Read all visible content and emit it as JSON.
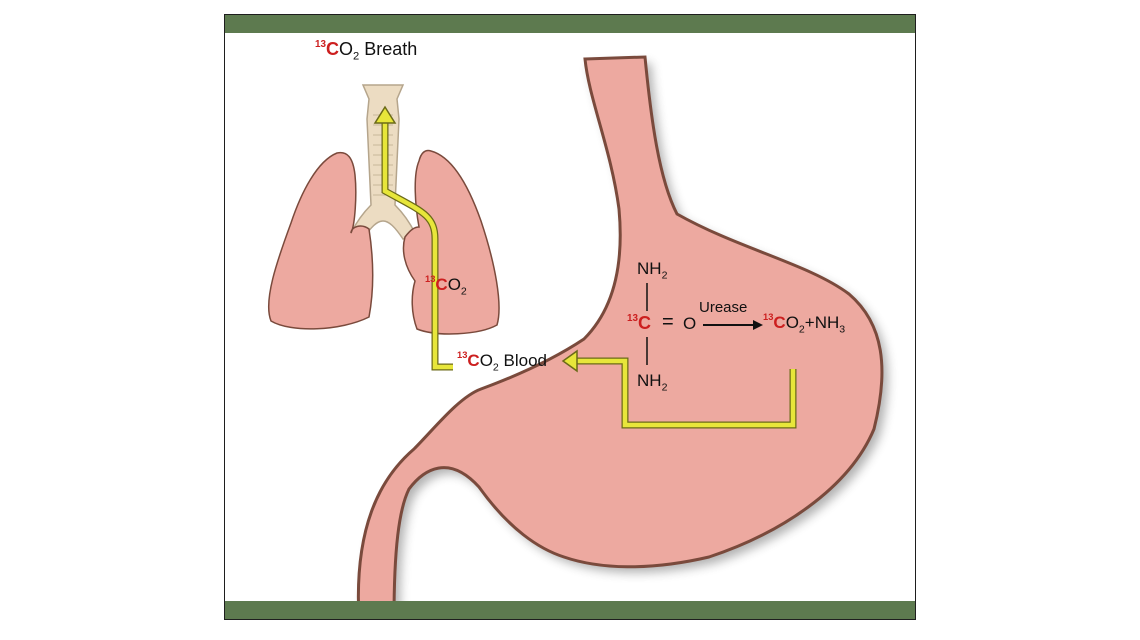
{
  "colors": {
    "band": "#5d7a4f",
    "organ_fill": "#eda9a0",
    "organ_edge": "#7a4a3c",
    "trachea": "#ecdcc2",
    "flow_arrow": "#e7e63a",
    "isotope_red": "#cc1f1f"
  },
  "labels": {
    "breath": {
      "mass": "13",
      "element": "C",
      "body": "O",
      "subscript": "2",
      "suffix": " Breath"
    },
    "lung_co2": {
      "mass": "13",
      "element": "C",
      "body": "O",
      "subscript": "2"
    },
    "blood": {
      "mass": "13",
      "element": "C",
      "body": "O",
      "subscript": "2",
      "suffix": " Blood"
    }
  },
  "reaction": {
    "nh2_top": {
      "text": "NH",
      "subscript": "2"
    },
    "nh2_bottom": {
      "text": "NH",
      "subscript": "2"
    },
    "carbon": {
      "mass": "13",
      "element": "C"
    },
    "double_bond": "=",
    "oxygen": "O",
    "enzyme": "Urease",
    "product_co2": {
      "mass": "13",
      "element": "C",
      "body": "O",
      "subscript": "2"
    },
    "plus": "+",
    "product_nh3": {
      "text": "NH",
      "subscript": "3"
    }
  }
}
